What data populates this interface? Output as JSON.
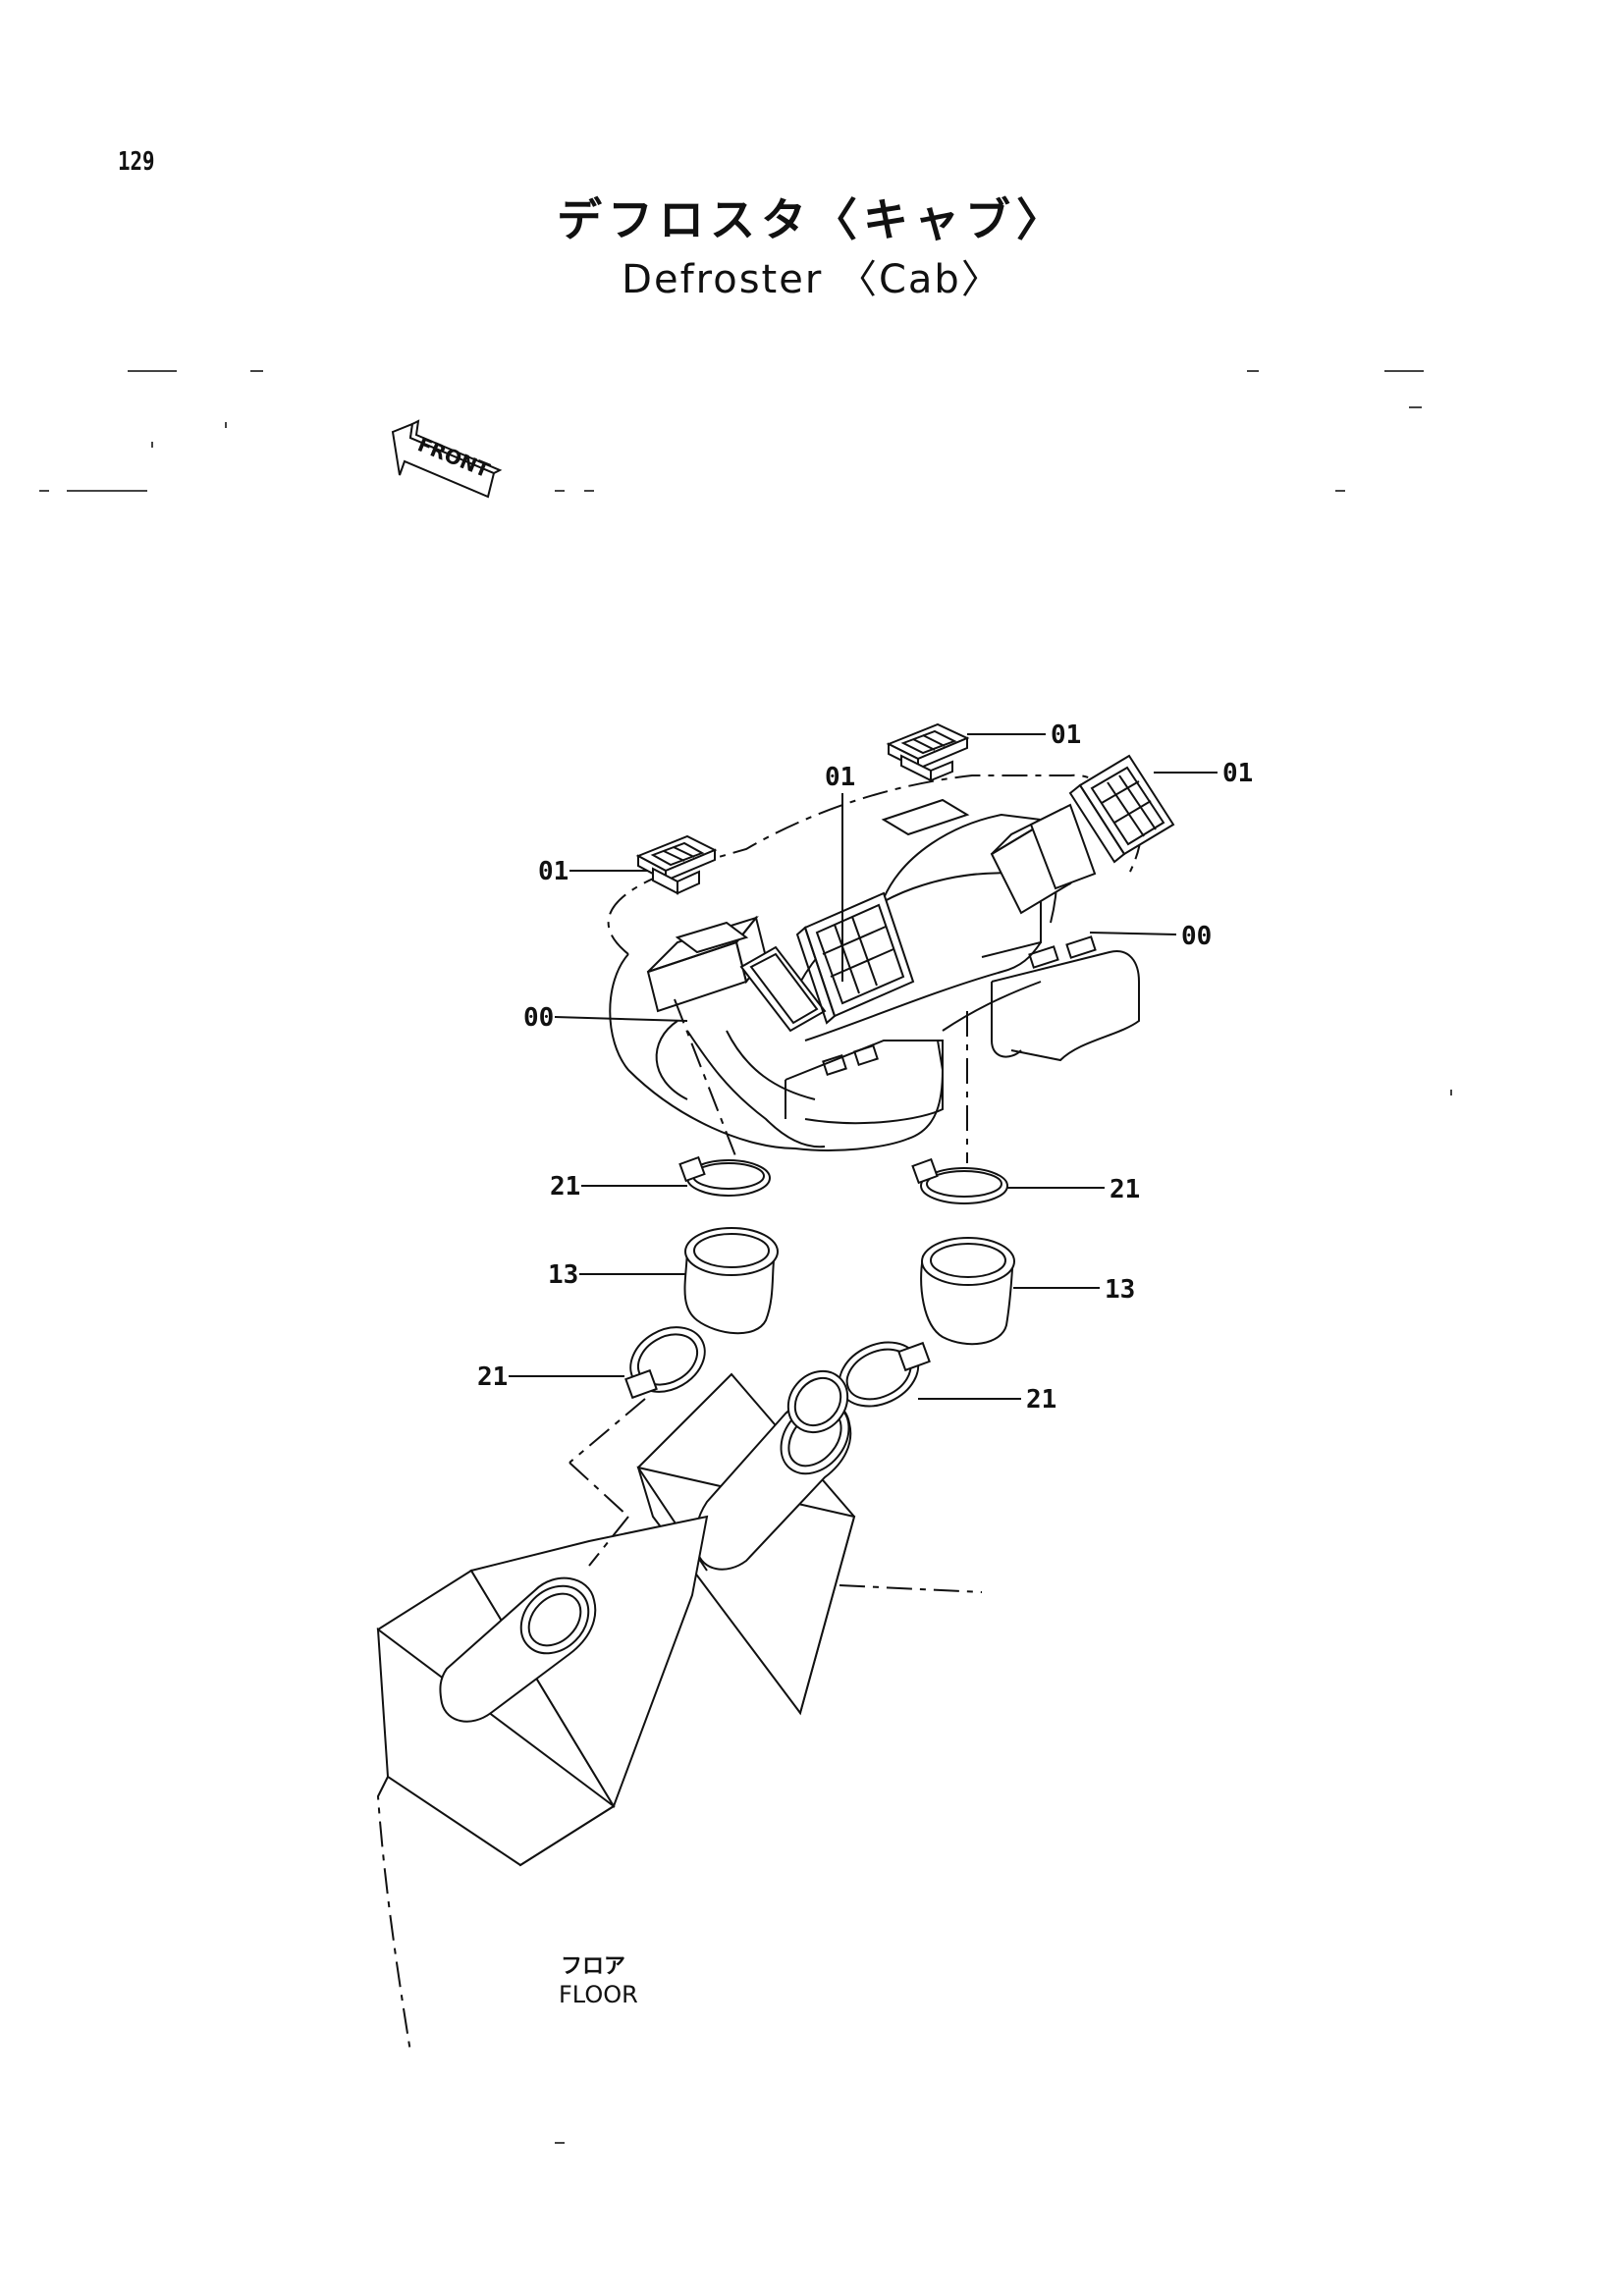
{
  "page": {
    "number": "129"
  },
  "title": {
    "japanese": "デフロスタ〈キャブ〉",
    "english": "Defroster 〈Cab〉"
  },
  "front_arrow": {
    "label": "FRONT"
  },
  "floor": {
    "japanese": "フロア",
    "english": "FLOOR"
  },
  "callouts": {
    "vent_top_center": "01",
    "vent_right": "01",
    "vent_middle": "01",
    "vent_left": "01",
    "duct_right": "00",
    "duct_left": "00",
    "clamp_upper_left": "21",
    "clamp_upper_right": "21",
    "elbow_left": "13",
    "elbow_right": "13",
    "clamp_lower_left": "21",
    "clamp_lower_right": "21"
  }
}
